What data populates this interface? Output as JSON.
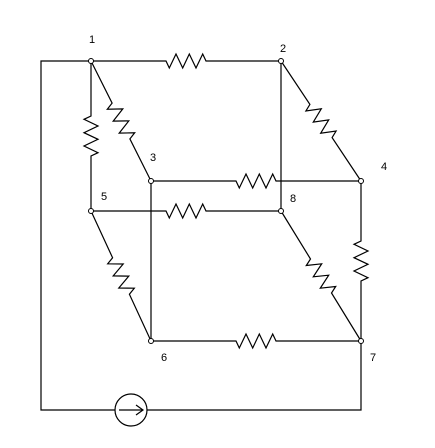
{
  "diagram": {
    "type": "electrical-circuit",
    "nodes": [
      {
        "id": "1",
        "label": "1"
      },
      {
        "id": "2",
        "label": "2"
      },
      {
        "id": "3",
        "label": "3"
      },
      {
        "id": "4",
        "label": "4"
      },
      {
        "id": "5",
        "label": "5"
      },
      {
        "id": "6",
        "label": "6"
      },
      {
        "id": "7",
        "label": "7"
      },
      {
        "id": "8",
        "label": "8"
      }
    ],
    "resistors": [
      {
        "from": "1",
        "to": "2"
      },
      {
        "from": "1",
        "to": "3"
      },
      {
        "from": "1",
        "to": "5"
      },
      {
        "from": "2",
        "to": "4"
      },
      {
        "from": "3",
        "to": "4"
      },
      {
        "from": "5",
        "to": "8"
      },
      {
        "from": "4",
        "to": "7"
      },
      {
        "from": "5",
        "to": "6"
      },
      {
        "from": "8",
        "to": "7"
      },
      {
        "from": "6",
        "to": "7"
      }
    ],
    "wires": [
      {
        "from": "2",
        "to": "8"
      },
      {
        "from": "3",
        "to": "6"
      }
    ],
    "current_source": {
      "from": "1",
      "to": "7",
      "direction": "right"
    }
  }
}
